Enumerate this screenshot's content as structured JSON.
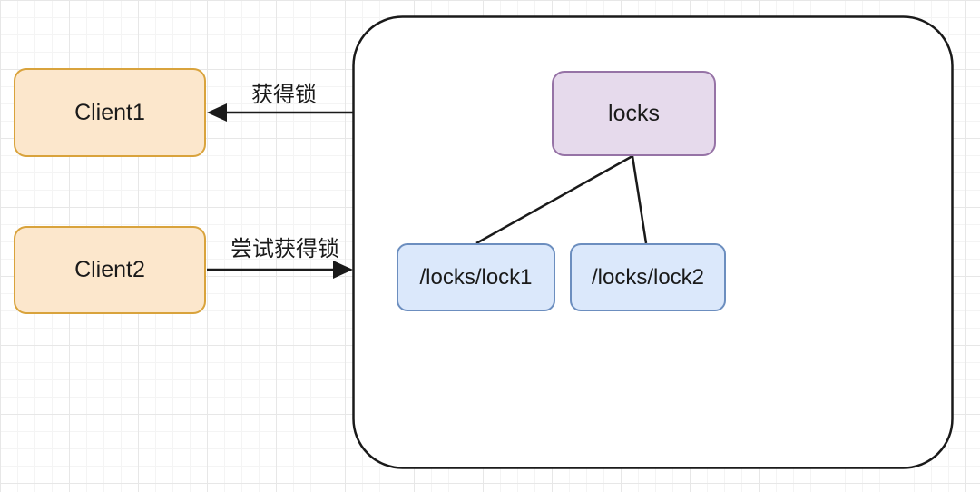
{
  "diagram": {
    "title_hint": "distributed lock via lock nodes",
    "nodes": {
      "client1": {
        "label": "Client1"
      },
      "client2": {
        "label": "Client2"
      },
      "locks": {
        "label": "locks"
      },
      "lock1": {
        "label": "/locks/lock1"
      },
      "lock2": {
        "label": "/locks/lock2"
      }
    },
    "edges": {
      "acquire": {
        "label": "获得锁",
        "from": "container",
        "to": "client1"
      },
      "try_acquire": {
        "label": "尝试获得锁",
        "from": "client2",
        "to": "container"
      },
      "tree_left": {
        "from": "locks",
        "to": "lock1"
      },
      "tree_right": {
        "from": "locks",
        "to": "lock2"
      }
    },
    "colors": {
      "client_fill": "#FCE7CC",
      "client_border": "#D9A33C",
      "locks_fill": "#E6DAEC",
      "locks_border": "#9673A6",
      "lock_fill": "#DBE8FB",
      "lock_border": "#6C8EBF",
      "line": "#1A1A1A",
      "text": "#1A1A1A",
      "grid_minor": "#F4F4F4",
      "grid_major": "#E7E7E7"
    }
  }
}
